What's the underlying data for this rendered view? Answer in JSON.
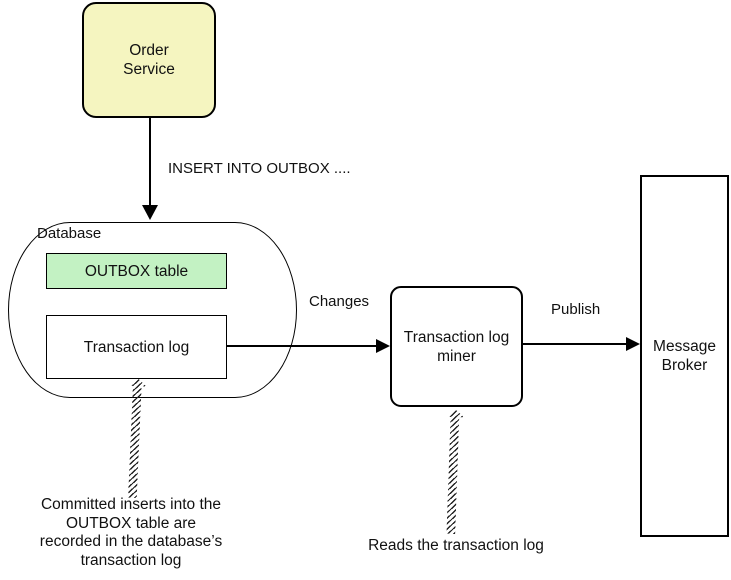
{
  "colors": {
    "order_service_fill": "#F5F5C0",
    "outbox_fill": "#C3F2C3",
    "stroke": "#000000"
  },
  "nodes": {
    "order_service": "Order\nService",
    "database": "Database",
    "outbox_table": "OUTBOX table",
    "transaction_log": "Transaction log",
    "miner": "Transaction log\nminer",
    "message_broker": "Message\nBroker"
  },
  "edges": {
    "insert_label": "INSERT INTO OUTBOX ....",
    "changes_label": "Changes",
    "publish_label": "Publish"
  },
  "notes": {
    "outbox_note": "Committed inserts into the\nOUTBOX table are\nrecorded in the database’s\ntransaction log",
    "reads_note": "Reads the transaction log"
  }
}
